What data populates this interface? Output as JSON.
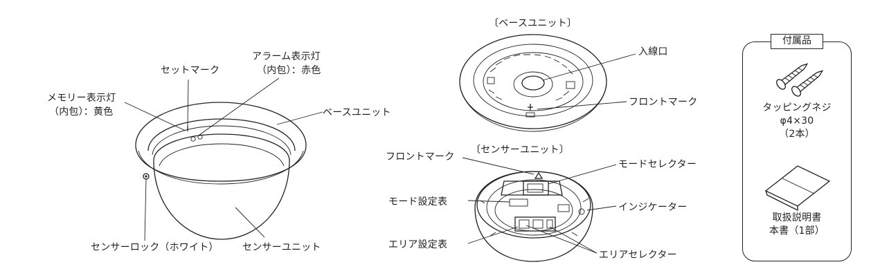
{
  "figure": {
    "main_unit": {
      "labels": {
        "alarm_lamp": "アラーム表示灯",
        "alarm_lamp_note": "（内包）：赤色",
        "set_mark": "セットマーク",
        "memory_lamp": "メモリー表示灯",
        "memory_lamp_note": "（内包）：黄色",
        "base_unit": "ベースユニット",
        "sensor_lock": "センサーロック（ホワイト）",
        "sensor_unit": "センサーユニット"
      }
    },
    "base_unit_view": {
      "title": "〔ベースユニット〕",
      "labels": {
        "wiring_inlet": "入線口",
        "front_mark": "フロントマーク"
      }
    },
    "sensor_unit_view": {
      "title": "〔センサーユニット〕",
      "labels": {
        "front_mark": "フロントマーク",
        "mode_selector": "モードセレクター",
        "mode_table": "モード設定表",
        "indicator": "インジケーター",
        "area_table": "エリア設定表",
        "area_selector": "エリアセレクター"
      }
    },
    "accessories": {
      "title": "付属品",
      "screw_name": "タッピングネジ",
      "screw_size": "φ4×30",
      "screw_count": "（2本）",
      "manual_name": "取扱説明書",
      "manual_note": "本書（1部）"
    }
  }
}
